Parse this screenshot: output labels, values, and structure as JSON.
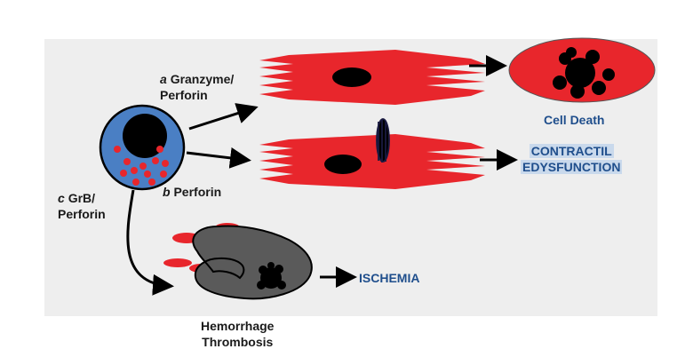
{
  "labels": {
    "a_letter": "a",
    "a_line1": "Granzyme/",
    "a_line2": "Perforin",
    "b_letter": "b",
    "b_text": "Perforin",
    "c_letter": "c",
    "c_line1": "GrB/",
    "c_line2": "Perforin",
    "cell_death": "Cell Death",
    "contractile_line1": "CONTRACTIL",
    "contractile_line2": "EDYSFUNCTION",
    "ischemia": "ISCHEMIA",
    "hemorrhage": "Hemorrhage",
    "thrombosis": "Thrombosis"
  },
  "colors": {
    "cell_red": "#e8262c",
    "nucleus": "#000000",
    "lymphocyte_blue": "#4a7fc4",
    "vessel_gray": "#5a5a5a",
    "outcome_blue": "#1f4e8c",
    "panel_bg": "#eeeeee"
  }
}
